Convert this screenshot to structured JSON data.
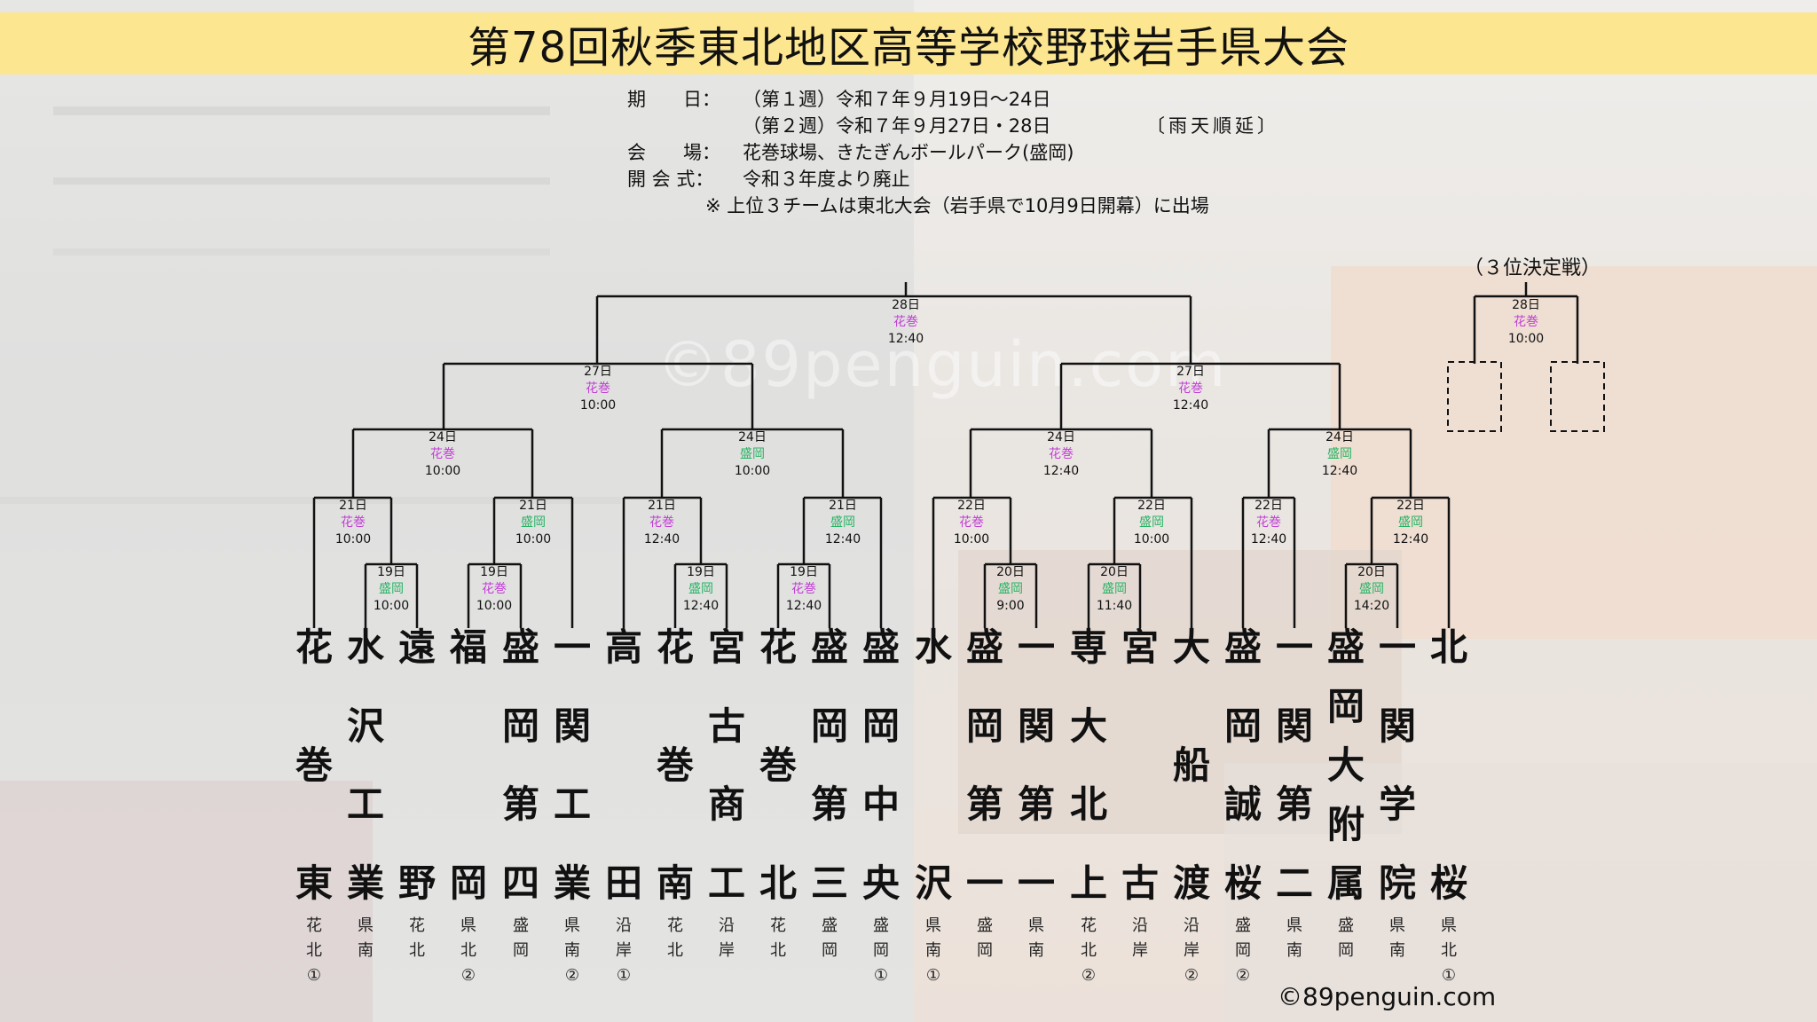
{
  "title": "第78回秋季東北地区高等学校野球岩手県大会",
  "info": {
    "period_label": "期　　日：",
    "period_1": "（第１週）令和７年９月19日～24日",
    "period_2": "（第２週）令和７年９月27日・28日",
    "rain": "〔雨天順延〕",
    "venue_label": "会　　場：",
    "venue": "花巻球場、きたぎんボールパーク(盛岡)",
    "opening_label": "開 会 式：",
    "opening": "令和３年度より廃止",
    "note": "※ 上位３チームは東北大会（岩手県で10月9日開幕）に出場"
  },
  "third_place_title": "（３位決定戦）",
  "watermark": "©89penguin.com",
  "copyright": "©89penguin.com",
  "matches": [
    {
      "date": "28日",
      "venue": "花巻",
      "time": "12:40"
    },
    {
      "date": "27日",
      "venue": "花巻",
      "time": "10:00"
    },
    {
      "date": "27日",
      "venue": "花巻",
      "time": "12:40"
    },
    {
      "date": "24日",
      "venue": "花巻",
      "time": "10:00"
    },
    {
      "date": "24日",
      "venue": "盛岡",
      "time": "10:00"
    },
    {
      "date": "24日",
      "venue": "花巻",
      "time": "12:40"
    },
    {
      "date": "24日",
      "venue": "盛岡",
      "time": "12:40"
    },
    {
      "date": "21日",
      "venue": "花巻",
      "time": "10:00"
    },
    {
      "date": "21日",
      "venue": "盛岡",
      "time": "10:00"
    },
    {
      "date": "21日",
      "venue": "花巻",
      "time": "12:40"
    },
    {
      "date": "21日",
      "venue": "盛岡",
      "time": "12:40"
    },
    {
      "date": "22日",
      "venue": "花巻",
      "time": "10:00"
    },
    {
      "date": "22日",
      "venue": "盛岡",
      "time": "10:00"
    },
    {
      "date": "22日",
      "venue": "花巻",
      "time": "12:40"
    },
    {
      "date": "22日",
      "venue": "盛岡",
      "time": "12:40"
    },
    {
      "date": "19日",
      "venue": "盛岡",
      "time": "10:00"
    },
    {
      "date": "19日",
      "venue": "花巻",
      "time": "10:00"
    },
    {
      "date": "19日",
      "venue": "盛岡",
      "time": "12:40"
    },
    {
      "date": "19日",
      "venue": "花巻",
      "time": "12:40"
    },
    {
      "date": "20日",
      "venue": "盛岡",
      "time": "9:00"
    },
    {
      "date": "20日",
      "venue": "盛岡",
      "time": "11:40"
    },
    {
      "date": "20日",
      "venue": "盛岡",
      "time": "14:20"
    },
    {
      "date": "28日",
      "venue": "花巻",
      "time": "10:00"
    }
  ],
  "teams": [
    {
      "name": [
        "花",
        "巻",
        "東"
      ],
      "region": [
        "花",
        "北",
        "①"
      ]
    },
    {
      "name": [
        "水",
        "沢",
        "工",
        "業"
      ],
      "region": [
        "県",
        "南"
      ]
    },
    {
      "name": [
        "遠",
        "野"
      ],
      "region": [
        "花",
        "北"
      ]
    },
    {
      "name": [
        "福",
        "岡"
      ],
      "region": [
        "県",
        "北",
        "②"
      ]
    },
    {
      "name": [
        "盛",
        "岡",
        "第",
        "四"
      ],
      "region": [
        "盛",
        "岡"
      ]
    },
    {
      "name": [
        "一",
        "関",
        "工",
        "業"
      ],
      "region": [
        "県",
        "南",
        "②"
      ]
    },
    {
      "name": [
        "高",
        "田"
      ],
      "region": [
        "沿",
        "岸",
        "①"
      ]
    },
    {
      "name": [
        "花",
        "巻",
        "南"
      ],
      "region": [
        "花",
        "北"
      ]
    },
    {
      "name": [
        "宮",
        "古",
        "商",
        "工"
      ],
      "region": [
        "沿",
        "岸"
      ]
    },
    {
      "name": [
        "花",
        "巻",
        "北"
      ],
      "region": [
        "花",
        "北"
      ]
    },
    {
      "name": [
        "盛",
        "岡",
        "第",
        "三"
      ],
      "region": [
        "盛",
        "岡"
      ]
    },
    {
      "name": [
        "盛",
        "岡",
        "中",
        "央"
      ],
      "region": [
        "盛",
        "岡",
        "①"
      ]
    },
    {
      "name": [
        "水",
        "沢"
      ],
      "region": [
        "県",
        "南",
        "①"
      ]
    },
    {
      "name": [
        "盛",
        "岡",
        "第",
        "一"
      ],
      "region": [
        "盛",
        "岡"
      ]
    },
    {
      "name": [
        "一",
        "関",
        "第",
        "一"
      ],
      "region": [
        "県",
        "南"
      ]
    },
    {
      "name": [
        "専",
        "大",
        "北",
        "上"
      ],
      "region": [
        "花",
        "北",
        "②"
      ]
    },
    {
      "name": [
        "宮",
        "古"
      ],
      "region": [
        "沿",
        "岸"
      ]
    },
    {
      "name": [
        "大",
        "船",
        "渡"
      ],
      "region": [
        "沿",
        "岸",
        "②"
      ]
    },
    {
      "name": [
        "盛",
        "岡",
        "誠",
        "桜"
      ],
      "region": [
        "盛",
        "岡",
        "②"
      ]
    },
    {
      "name": [
        "一",
        "関",
        "第",
        "二"
      ],
      "region": [
        "県",
        "南"
      ]
    },
    {
      "name": [
        "盛",
        "岡",
        "大",
        "附",
        "属"
      ],
      "region": [
        "盛",
        "岡"
      ]
    },
    {
      "name": [
        "一",
        "関",
        "学",
        "院"
      ],
      "region": [
        "県",
        "南"
      ]
    },
    {
      "name": [
        "北",
        "桜"
      ],
      "region": [
        "県",
        "北",
        "①"
      ]
    }
  ]
}
